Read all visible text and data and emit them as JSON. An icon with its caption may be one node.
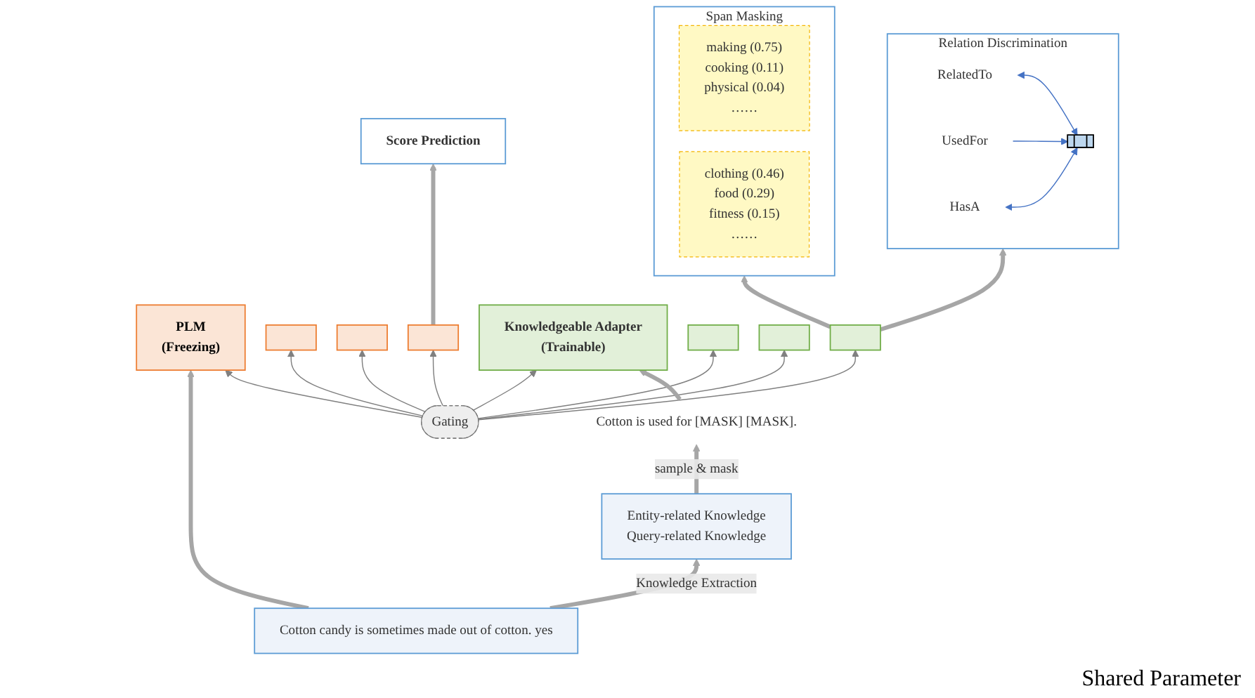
{
  "diagram": {
    "nodes": [
      {
        "text": [
          "Score Prediction"
        ]
      },
      {
        "text": [
          "PLM",
          "(Freezing)"
        ]
      },
      {
        "text": [],
        "shape": "box"
      },
      {
        "text": [],
        "shape": "box"
      },
      {
        "text": [],
        "shape": "box"
      },
      {
        "text": [
          "Gating"
        ]
      },
      {
        "text": [
          "Span Masking"
        ]
      },
      {
        "text": [
          "making (0.75)",
          "cooking (0.11)",
          "physical (0.04)",
          "……"
        ],
        "in": 6
      },
      {
        "text": [
          "clothing (0.46)",
          "food (0.29)",
          "fitness (0.15)",
          "……"
        ],
        "in": 6
      },
      {
        "text": [
          "Relation Discrimination"
        ]
      },
      {
        "text": [
          "RelatedTo"
        ],
        "in": 9
      },
      {
        "text": [
          "UsedFor"
        ],
        "in": 9
      },
      {
        "text": [
          "HasA"
        ],
        "in": 9
      },
      {
        "text": [],
        "shape": "bar",
        "in": 9
      },
      {
        "text": [
          "Knowledgeable Adapter",
          "(Trainable)"
        ]
      },
      {
        "text": [],
        "shape": "box"
      },
      {
        "text": [],
        "shape": "box"
      },
      {
        "text": [],
        "shape": "box"
      },
      {
        "text": [
          "Cotton is used for [MASK] [MASK]."
        ]
      },
      {
        "text": [
          "Cotton candy is sometimes made out of cotton. yes"
        ]
      },
      {
        "text": [
          "Entity-related Knowledge",
          "Query-related Knowledge"
        ]
      }
    ],
    "edges": [
      {
        "from": 19,
        "to": 1,
        "arrow": "to",
        "style": "thick",
        "color": "#a6a6a6"
      },
      {
        "from": 4,
        "to": 0,
        "arrow": "to",
        "style": "thick",
        "color": "#a6a6a6"
      },
      {
        "from": 5,
        "to": 1,
        "arrow": "to"
      },
      {
        "from": 5,
        "to": 2,
        "arrow": "to"
      },
      {
        "from": 5,
        "to": 3,
        "arrow": "to"
      },
      {
        "from": 5,
        "to": 4,
        "arrow": "to"
      },
      {
        "from": 5,
        "to": 14,
        "arrow": "to"
      },
      {
        "from": 5,
        "to": 15,
        "arrow": "to"
      },
      {
        "from": 5,
        "to": 16,
        "arrow": "to"
      },
      {
        "from": 5,
        "to": 17,
        "arrow": "to"
      },
      {
        "from": 19,
        "to": 20,
        "label": "Knowledge Extraction",
        "arrow": "to",
        "style": "thick",
        "color": "#a6a6a6"
      },
      {
        "from": 20,
        "to": 18,
        "label": "sample & mask",
        "arrow": "to",
        "style": "thick",
        "color": "#a6a6a6"
      },
      {
        "from": 18,
        "to": 14,
        "arrow": "to",
        "style": "thick",
        "color": "#a6a6a6"
      },
      {
        "from": 17,
        "to": 6,
        "arrow": "to",
        "style": "thick",
        "color": "#a6a6a6"
      },
      {
        "from": 17,
        "to": 9,
        "arrow": "to",
        "style": "thick",
        "color": "#a6a6a6"
      },
      {
        "from": 10,
        "to": 13,
        "arrow": "both",
        "color": "#4472c4"
      },
      {
        "from": 11,
        "to": 13,
        "arrow": "to",
        "color": "#4472c4"
      },
      {
        "from": 12,
        "to": 13,
        "arrow": "both",
        "color": "#4472c4"
      }
    ],
    "labels": [
      "Shared Parameter"
    ]
  }
}
